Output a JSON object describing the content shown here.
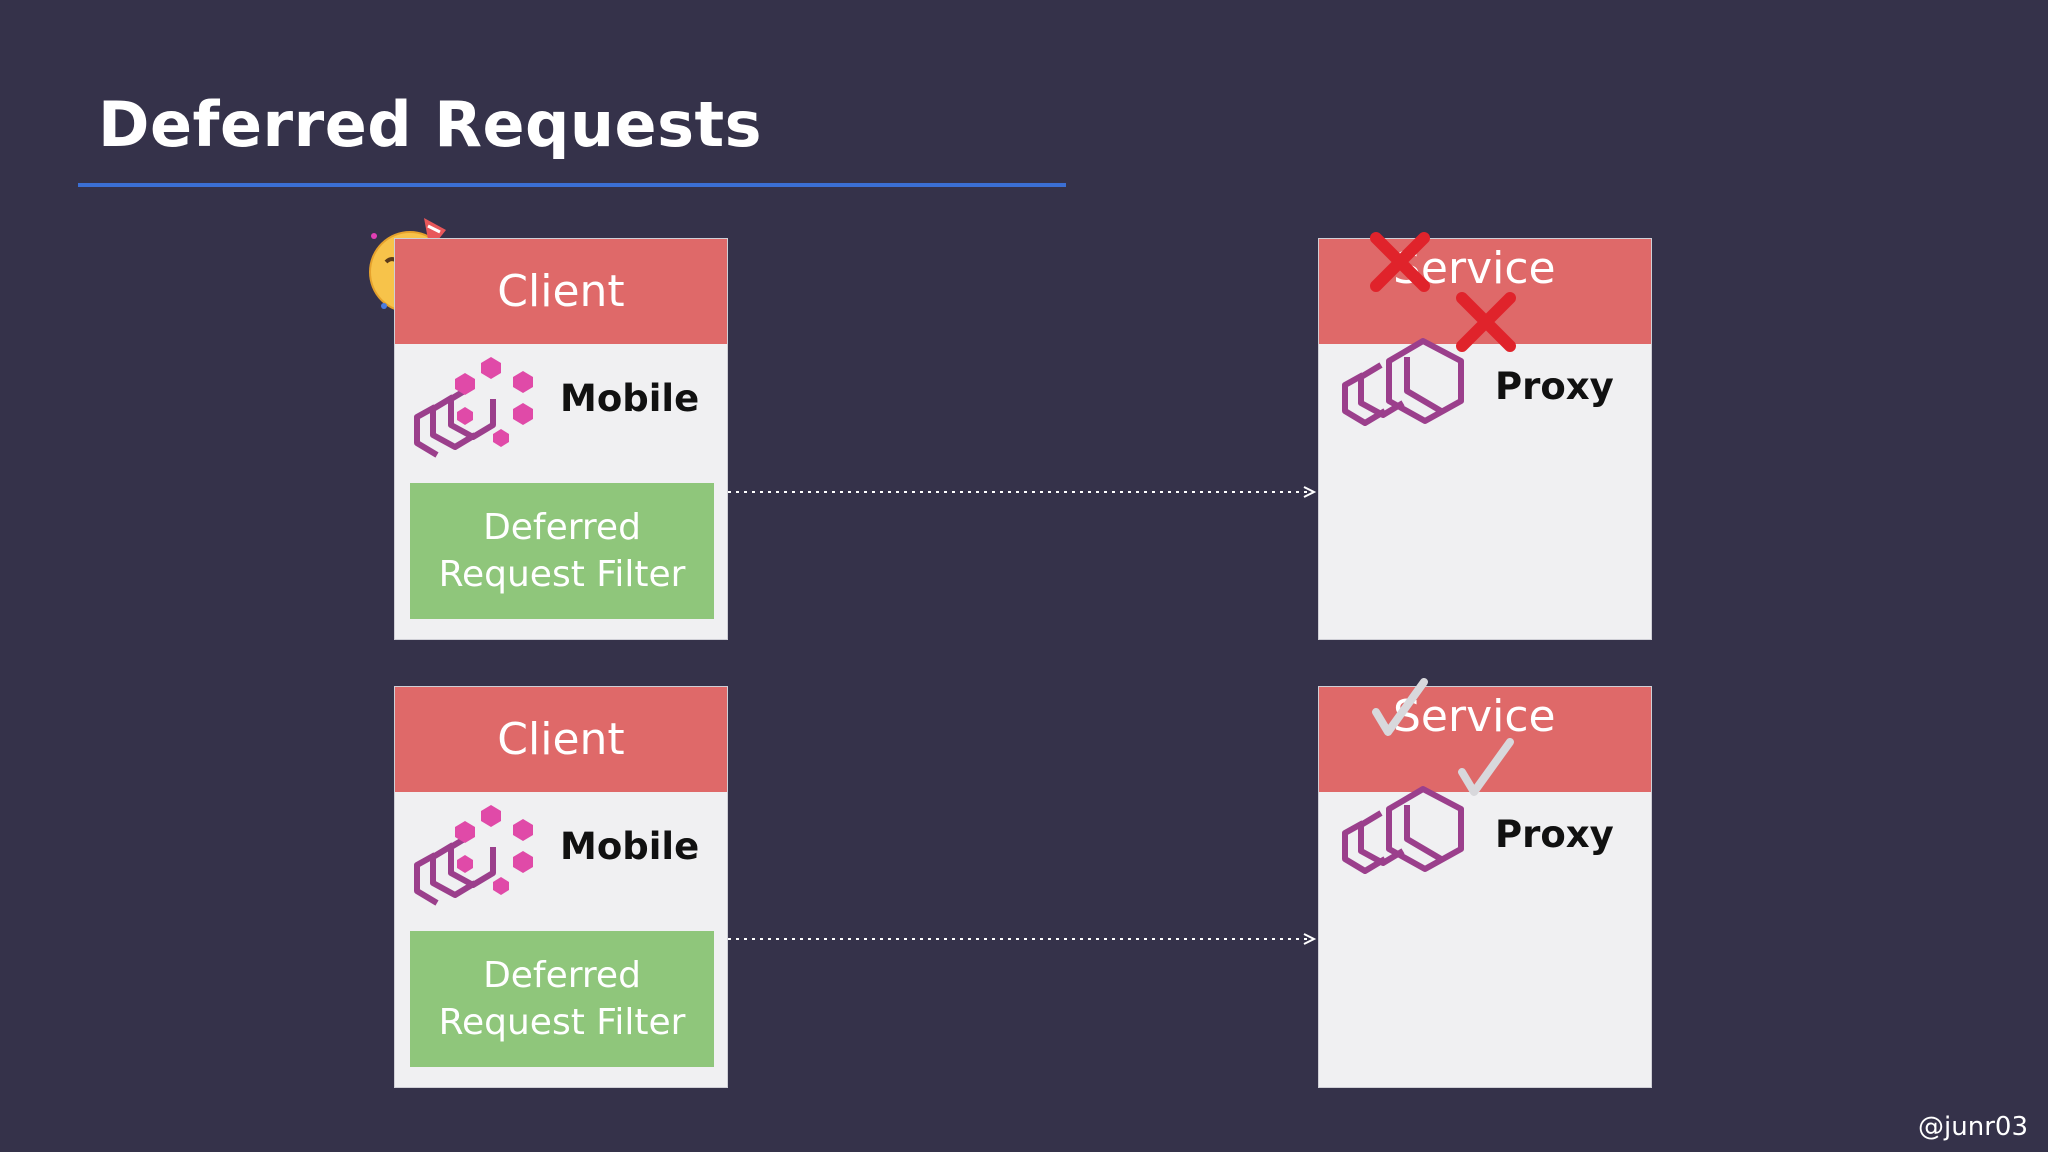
{
  "slide": {
    "title": "Deferred Requests",
    "handle": "@junr03"
  },
  "rows": [
    {
      "client": {
        "header": "Client",
        "library_label": "Mobile",
        "filter_label": "Deferred Request Filter",
        "badge": "partying-face-emoji"
      },
      "service": {
        "header": "Service",
        "proxy_label": "Proxy",
        "status": "unavailable",
        "status_icon": "red-cross-mark-icon"
      }
    },
    {
      "client": {
        "header": "Client",
        "library_label": "Mobile",
        "filter_label": "Deferred Request Filter"
      },
      "service": {
        "header": "Service",
        "proxy_label": "Proxy",
        "status": "available",
        "status_icon": "check-mark-icon"
      }
    }
  ],
  "colors": {
    "background": "#35324a",
    "header": "#df6969",
    "filter": "#8fc67b",
    "rule": "#3b6fd4",
    "logo": "#9b3f8c"
  }
}
